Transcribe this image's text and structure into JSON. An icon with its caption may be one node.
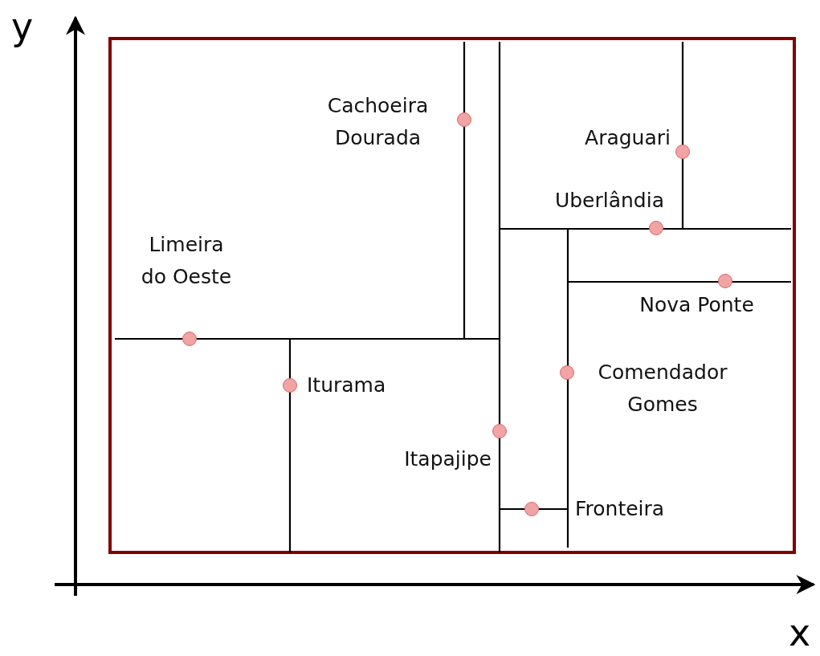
{
  "diagram": {
    "nodes": [
      {
        "text": [],
        "shape": "circle",
        "beside": [
          "Cachoeira Dourada"
        ]
      },
      {
        "text": [],
        "shape": "circle",
        "beside": [
          "Araguari"
        ]
      },
      {
        "text": [],
        "shape": "circle",
        "beside": [
          "Uberlândia"
        ]
      },
      {
        "text": [],
        "shape": "circle",
        "beside": [
          "Limeira do Oeste"
        ]
      },
      {
        "text": [],
        "shape": "circle",
        "beside": [
          "Nova Ponte"
        ]
      },
      {
        "text": [],
        "shape": "circle",
        "beside": [
          "Comendador Gomes"
        ]
      },
      {
        "text": [],
        "shape": "circle",
        "beside": [
          "Iturama"
        ]
      },
      {
        "text": [],
        "shape": "circle",
        "beside": [
          "Itapajipe"
        ]
      },
      {
        "text": [],
        "shape": "circle",
        "beside": [
          "Fronteira"
        ]
      }
    ],
    "labels": [
      "y",
      "x"
    ]
  }
}
